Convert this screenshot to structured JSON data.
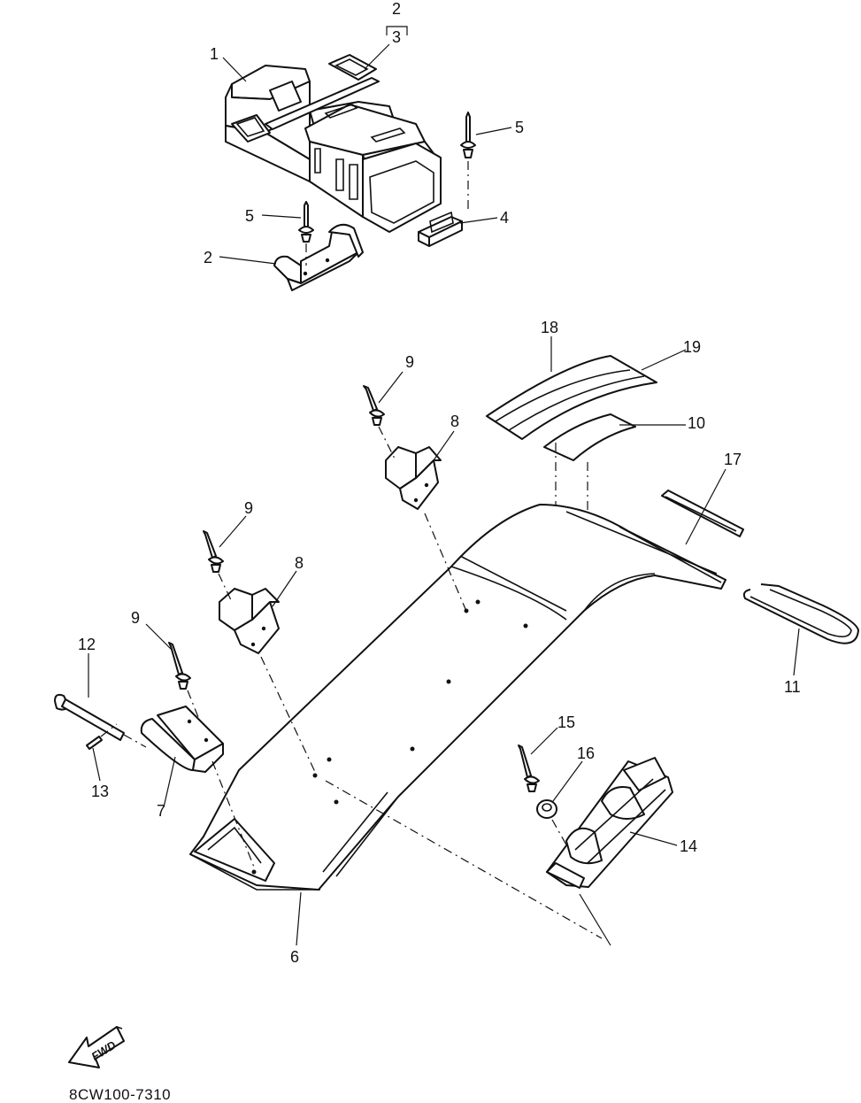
{
  "diagram_code": "8CW100-7310",
  "fwd_label": "FWD",
  "callouts": [
    {
      "id": "c1",
      "label": "1"
    },
    {
      "id": "c2top",
      "label": "2"
    },
    {
      "id": "c3",
      "label": "3"
    },
    {
      "id": "c5a",
      "label": "5"
    },
    {
      "id": "c5b",
      "label": "5"
    },
    {
      "id": "c4",
      "label": "4"
    },
    {
      "id": "c2",
      "label": "2"
    },
    {
      "id": "c18",
      "label": "18"
    },
    {
      "id": "c19",
      "label": "19"
    },
    {
      "id": "c9a",
      "label": "9"
    },
    {
      "id": "c10",
      "label": "10"
    },
    {
      "id": "c8a",
      "label": "8"
    },
    {
      "id": "c17",
      "label": "17"
    },
    {
      "id": "c9b",
      "label": "9"
    },
    {
      "id": "c8b",
      "label": "8"
    },
    {
      "id": "c9c",
      "label": "9"
    },
    {
      "id": "c12",
      "label": "12"
    },
    {
      "id": "c11",
      "label": "11"
    },
    {
      "id": "c15",
      "label": "15"
    },
    {
      "id": "c16",
      "label": "16"
    },
    {
      "id": "c13",
      "label": "13"
    },
    {
      "id": "c7",
      "label": "7"
    },
    {
      "id": "c14",
      "label": "14"
    },
    {
      "id": "c6",
      "label": "6"
    }
  ]
}
